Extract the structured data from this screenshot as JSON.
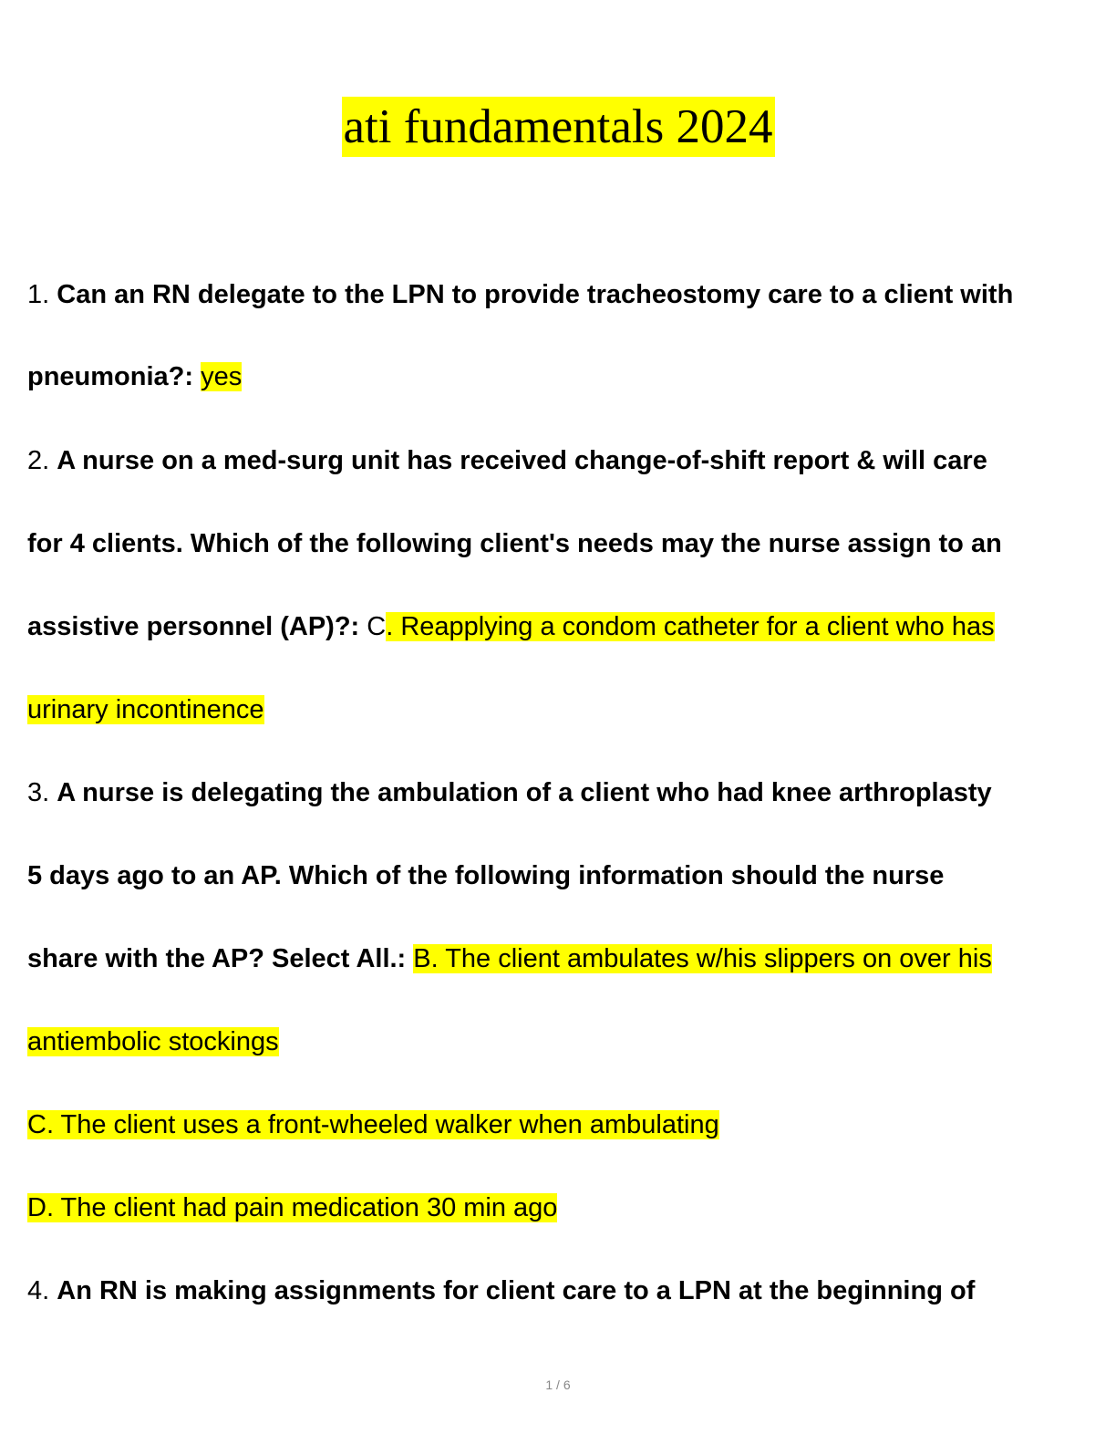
{
  "document": {
    "title": "ati fundamentals 2024",
    "lines": [
      {
        "num": "1. ",
        "bold": "Can an RN delegate to the LPN to provide tracheostomy care to a client with",
        "plain": "",
        "hl": ""
      },
      {
        "num": "",
        "bold": "pneumonia?:",
        "plain": " ",
        "hl": "yes"
      },
      {
        "num": "2. ",
        "bold": "A nurse on a med-surg unit has received change-of-shift report & will care",
        "plain": "",
        "hl": ""
      },
      {
        "num": "",
        "bold": "for 4 clients. Which of the following client's needs may the nurse assign to an",
        "plain": "",
        "hl": ""
      },
      {
        "num": "",
        "bold": "assistive personnel (AP)?:",
        "plain": " C",
        "hl": ". Reapplying a condom catheter for a client who has"
      },
      {
        "num": "",
        "bold": "",
        "plain": "",
        "hl": "urinary incontinence"
      },
      {
        "num": "3. ",
        "bold": "A nurse is delegating the ambulation of a client who had knee arthroplasty",
        "plain": "",
        "hl": ""
      },
      {
        "num": "",
        "bold": "5 days ago to an AP. Which of the following information should the nurse",
        "plain": "",
        "hl": ""
      },
      {
        "num": "",
        "bold": "share with the AP? Select All.:",
        "plain": " ",
        "hl": "B. The client ambulates w/his slippers on over his"
      },
      {
        "num": "",
        "bold": "",
        "plain": "",
        "hl": "antiembolic stockings"
      },
      {
        "num": "",
        "bold": "",
        "plain": "",
        "hl": "C. The client uses a front-wheeled walker when ambulating"
      },
      {
        "num": "",
        "bold": "",
        "plain": "",
        "hl": "D. The client had pain medication 30 min ago"
      },
      {
        "num": "4. ",
        "bold": "An RN is making assignments for client care to a LPN at the beginning of",
        "plain": "",
        "hl": ""
      }
    ],
    "page_indicator": "1 / 6"
  },
  "colors": {
    "highlight": "#ffff00",
    "text": "#000000",
    "footer": "#888888"
  }
}
